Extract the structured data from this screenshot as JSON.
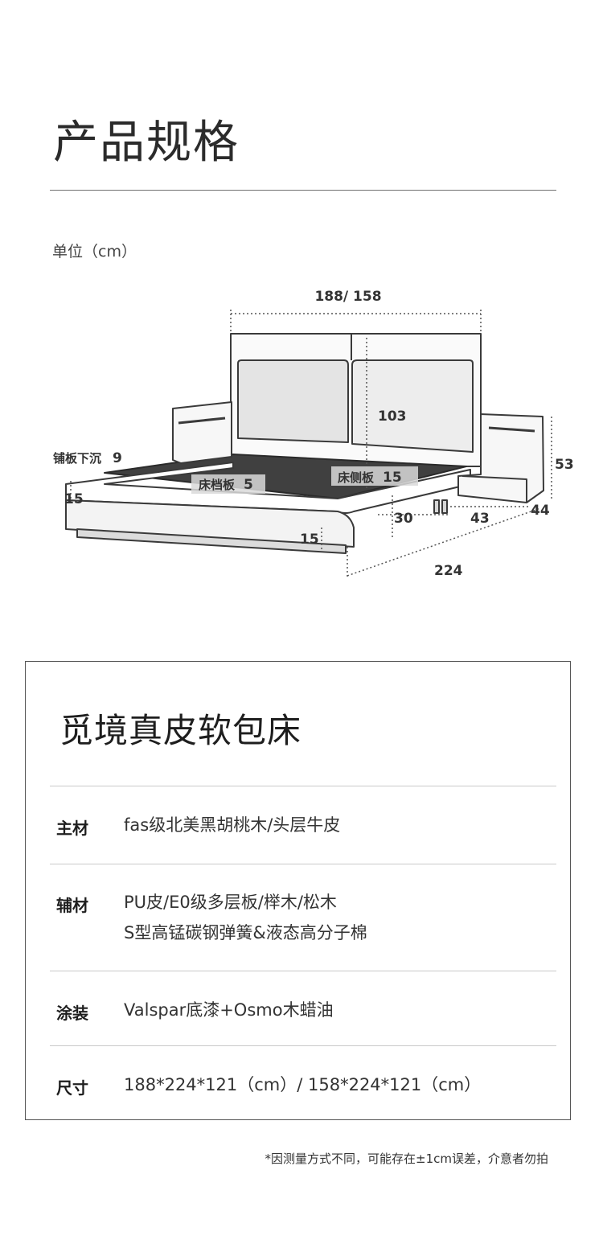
{
  "page": {
    "title": "产品规格",
    "unit_label": "单位（cm）"
  },
  "diagram": {
    "dims": {
      "width": "188/ 158",
      "headboard_height": "103",
      "nightstand_height": "53",
      "slat_drop_label": "铺板下沉",
      "slat_drop_value": "9",
      "frame_side": "15",
      "bed_rail_label": "床档板",
      "bed_rail_value": "5",
      "side_board_label": "床侧板",
      "side_board_value": "15",
      "clearance": "30",
      "nightstand_width": "43",
      "nightstand_depth": "44",
      "base_height": "15",
      "length": "224"
    }
  },
  "card": {
    "product_name": "觅境真皮软包床",
    "rows": [
      {
        "label": "主材",
        "lines": [
          "fas级北美黑胡桃木/头层牛皮"
        ]
      },
      {
        "label": "辅材",
        "lines": [
          "PU皮/E0级多层板/榉木/松木",
          "S型高锰碳钢弹簧&液态高分子棉"
        ]
      },
      {
        "label": "涂装",
        "lines": [
          "Valspar底漆+Osmo木蜡油"
        ]
      },
      {
        "label": "尺寸",
        "lines": [
          "188*224*121（cm）/ 158*224*121（cm）"
        ]
      }
    ]
  },
  "footnote": "*因测量方式不同，可能存在±1cm误差，介意者勿拍"
}
